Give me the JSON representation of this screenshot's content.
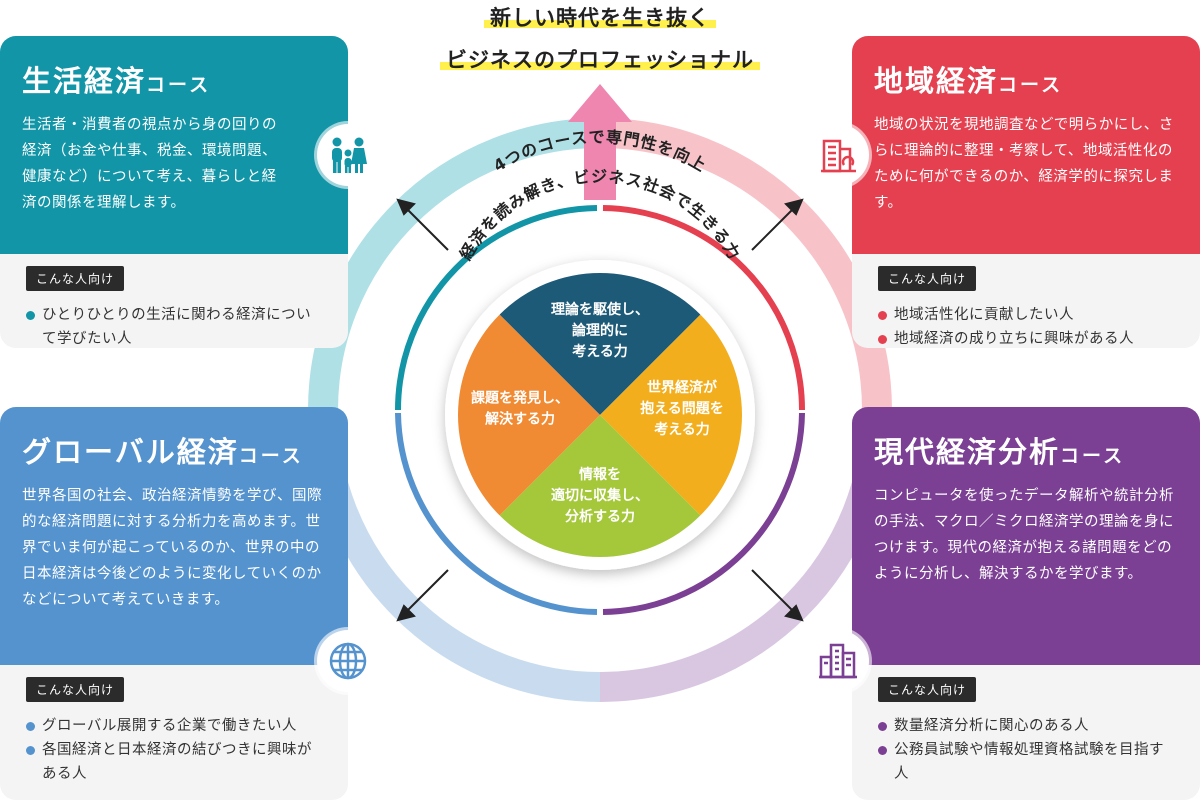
{
  "headline": {
    "line1": "新しい時代を生き抜く",
    "line2": "ビジネスのプロフェッショナル"
  },
  "ring": {
    "upper_label": "4つのコースで専門性を向上",
    "inner_label": "経済を読み解き、ビジネス社会で生きる力"
  },
  "center_quadrants": [
    {
      "lines": [
        "理論を駆使し、",
        "論理的に",
        "考える力"
      ],
      "color": "#1c5a78"
    },
    {
      "lines": [
        "世界経済が",
        "抱える問題を",
        "考える力"
      ],
      "color": "#f3ae1e"
    },
    {
      "lines": [
        "情報を",
        "適切に収集し、",
        "分析する力"
      ],
      "color": "#a5c83b"
    },
    {
      "lines": [
        "課題を発見し、",
        "解決する力"
      ],
      "color": "#f08a33"
    }
  ],
  "courses": {
    "seikatsu": {
      "name": "生活経済",
      "suffix": "コース",
      "color": "#1195a7",
      "desc": "生活者・消費者の視点から身の回りの経済（お金や仕事、税金、環境問題、健康など）について考え、暮らしと経済の関係を理解します。",
      "tag": "こんな人向け",
      "targets": [
        "ひとりひとりの生活に関わる経済について学びたい人"
      ],
      "icon": "family-icon"
    },
    "chiiki": {
      "name": "地域経済",
      "suffix": "コース",
      "color": "#e5404f",
      "desc": "地域の状況を現地調査などで明らかにし、さらに理論的に整理・考察して、地域活性化のために何ができるのか、経済学的に探究します。",
      "tag": "こんな人向け",
      "targets": [
        "地域活性化に貢献したい人",
        "地域経済の成り立ちに興味がある人"
      ],
      "icon": "building-icon"
    },
    "global": {
      "name": "グローバル経済",
      "suffix": "コース",
      "color": "#5593cf",
      "desc": "世界各国の社会、政治経済情勢を学び、国際的な経済問題に対する分析力を高めます。世界でいま何が起こっているのか、世界の中の日本経済は今後どのように変化していくのかなどについて考えていきます。",
      "tag": "こんな人向け",
      "targets": [
        "グローバル展開する企業で働きたい人",
        "各国経済と日本経済の結びつきに興味がある人"
      ],
      "icon": "globe-icon"
    },
    "gendai": {
      "name": "現代経済分析",
      "suffix": "コース",
      "color": "#7b3f94",
      "desc": "コンピュータを使ったデータ解析や統計分析の手法、マクロ／ミクロ経済学の理論を身につけます。現代の経済が抱える諸問題をどのように分析し、解決するかを学びます。",
      "tag": "こんな人向け",
      "targets": [
        "数量経済分析に関心のある人",
        "公務員試験や情報処理資格試験を目指す人"
      ],
      "icon": "city-icon"
    }
  }
}
